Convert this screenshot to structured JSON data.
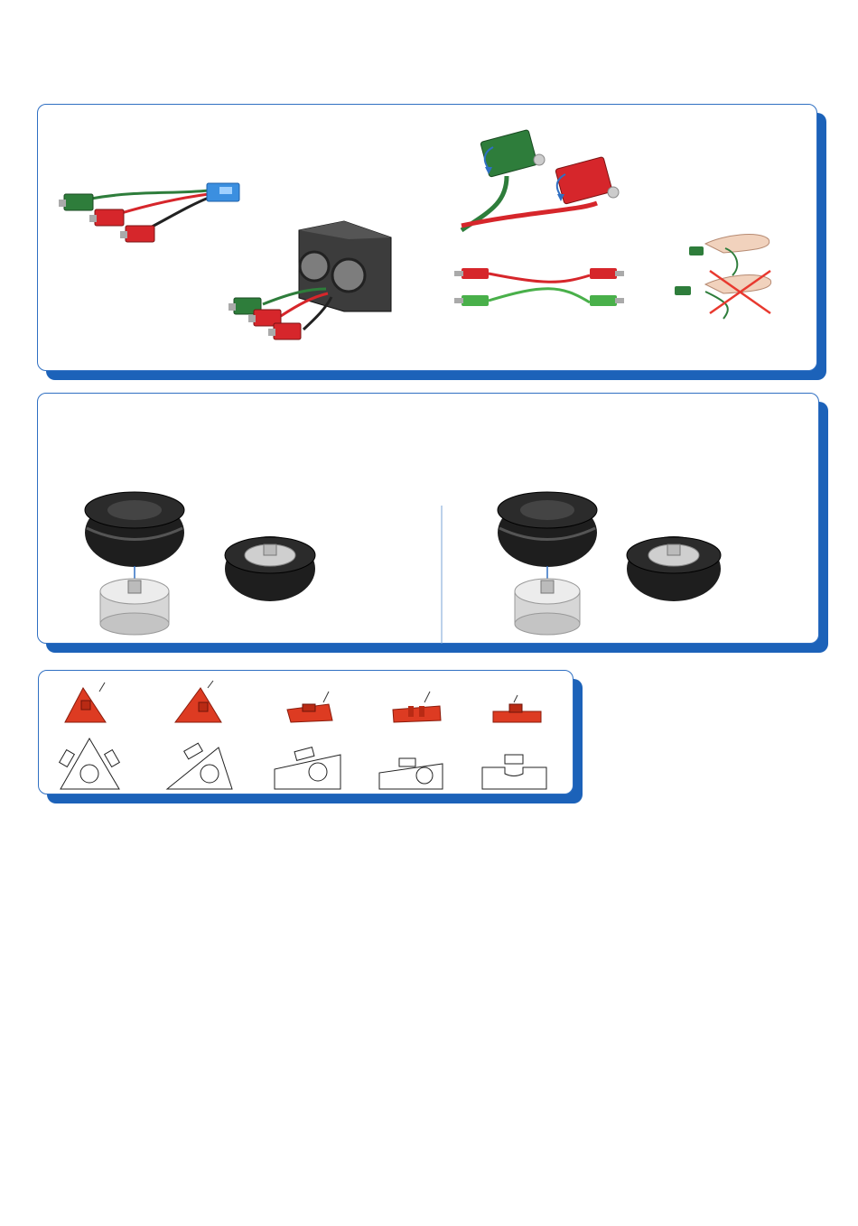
{
  "page": {
    "panels": [
      {
        "id": "wiring-panel",
        "description_name": "cable-connection-instructions"
      },
      {
        "id": "tire-panel",
        "description_name": "tire-assembly-instructions"
      },
      {
        "id": "angle-blocks-panel",
        "description_name": "angle-block-overview"
      }
    ]
  },
  "colors": {
    "panel_border": "#2f6fc2",
    "panel_shadow": "#1c62b9",
    "plug_green": "#2e7d3b",
    "plug_red": "#d6262b",
    "connector_blue": "#3b8fe0",
    "block_red": "#dd3b22",
    "tire_black": "#1e1e1e",
    "rim_grey": "#c9c9c9",
    "cross_red": "#e8392f"
  }
}
